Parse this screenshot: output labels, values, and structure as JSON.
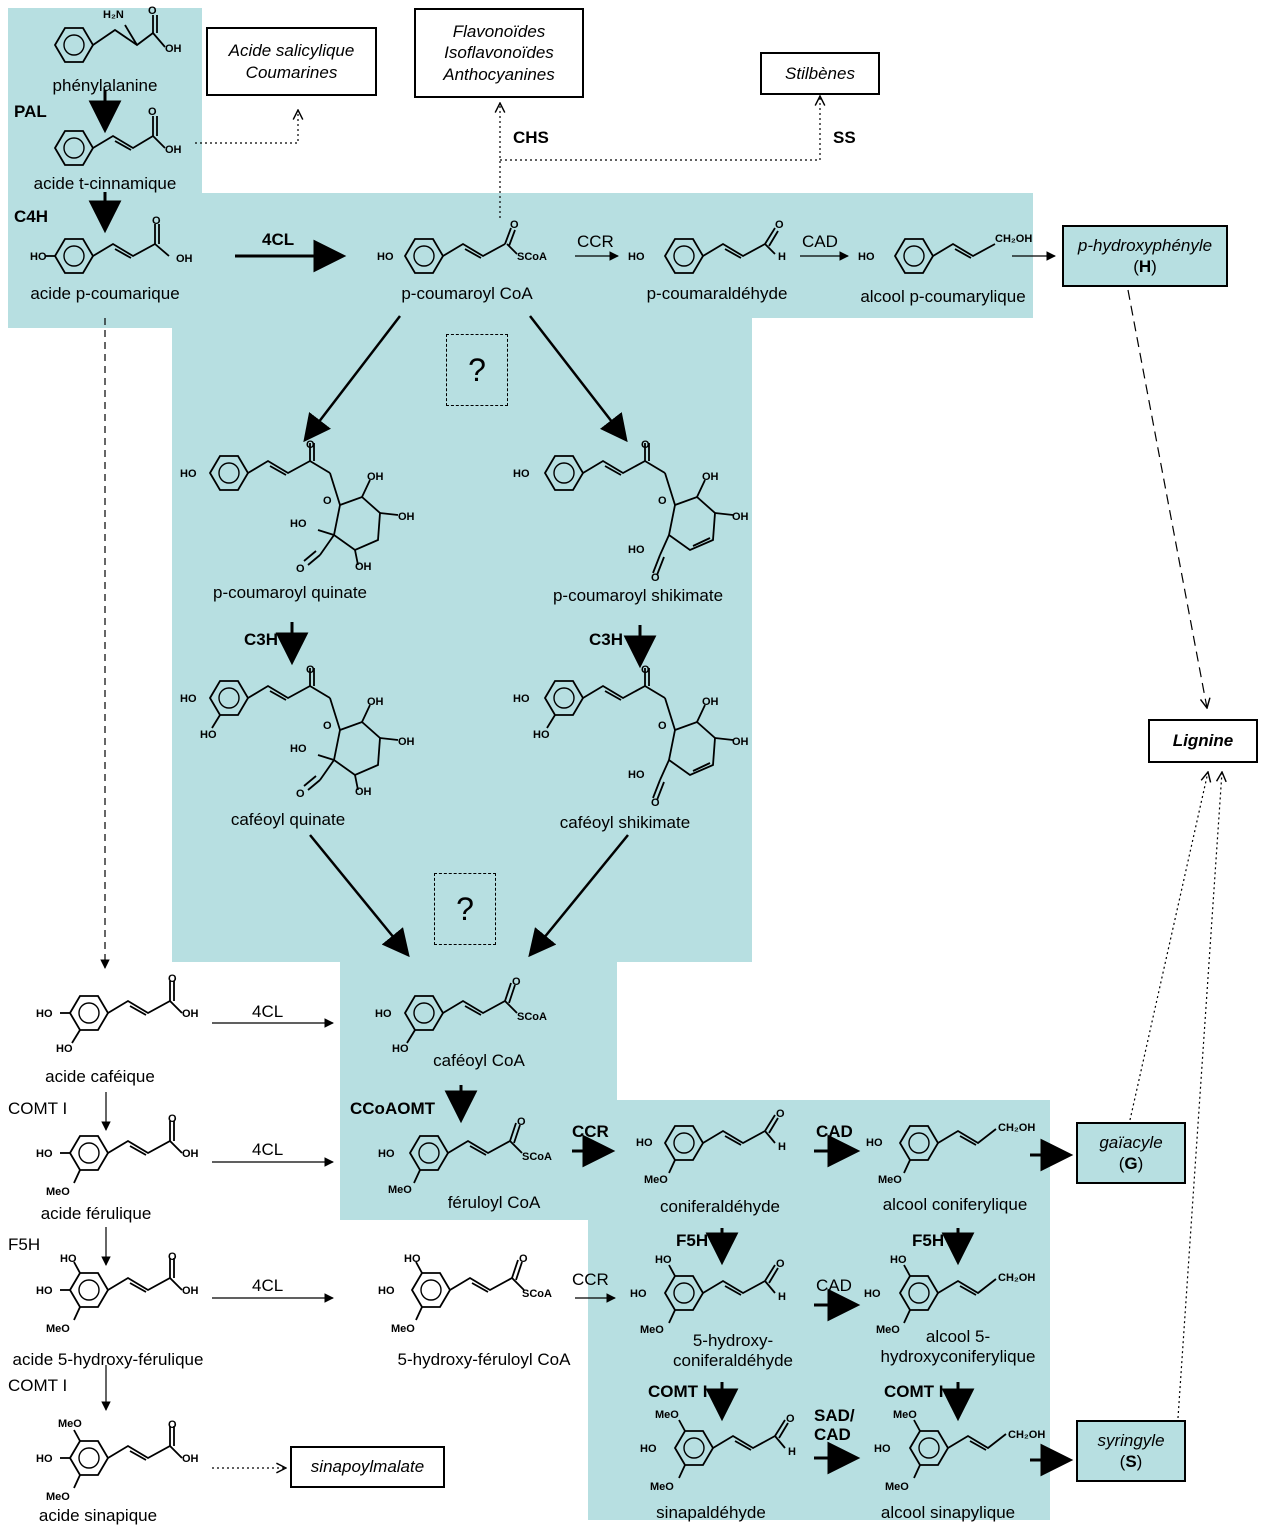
{
  "boxes": {
    "acide_salicylique": [
      "Acide salicylique",
      "Coumarines"
    ],
    "flavonoides": [
      "Flavonoïdes",
      "Isoflavonoïdes",
      "Anthocyanines"
    ],
    "stilbenes": "Stilbènes",
    "h_unit": {
      "name": "p-hydroxyphényle",
      "letter": "H"
    },
    "lignine": "Lignine",
    "g_unit": {
      "name": "gaïacyle",
      "letter": "G"
    },
    "s_unit": {
      "name": "syringyle",
      "letter": "S"
    },
    "sinapoylmalate": "sinapoylmalate",
    "unknown_1": "?",
    "unknown_2": "?"
  },
  "compounds": {
    "phenylalanine": "phénylalanine",
    "t_cinnamique": "acide t-cinnamique",
    "p_coumarique": "acide p-coumarique",
    "p_coumaroyl_coa": "p-coumaroyl CoA",
    "p_coumaraldehyde": "p-coumaraldéhyde",
    "alcool_p_coumarylique": "alcool p-coumarylique",
    "p_coumaroyl_quinate": "p-coumaroyl quinate",
    "p_coumaroyl_shikimate": "p-coumaroyl shikimate",
    "cafeoyl_quinate": "caféoyl quinate",
    "cafeoyl_shikimate": "caféoyl shikimate",
    "acide_cafeique": "acide caféique",
    "cafeoyl_coa": "caféoyl CoA",
    "acide_ferulique": "acide férulique",
    "feruloyl_coa": "féruloyl CoA",
    "coniferaldehyde": "coniferaldéhyde",
    "alcool_coniferylique": "alcool coniferylique",
    "acide_5_hydroxy_ferulique": "acide 5-hydroxy-férulique",
    "hydroxy_feruloyl_coa": "5-hydroxy-féruloyl CoA",
    "hydroxy_coniferaldehyde": [
      "5-hydroxy-",
      "coniferaldéhyde"
    ],
    "alcool_5_hydroxyconiferylique": [
      "alcool 5-",
      "hydroxyconiferylique"
    ],
    "acide_sinapique": "acide sinapique",
    "sinapaldehyde": "sinapaldéhyde",
    "alcool_sinapylique": "alcool sinapylique"
  },
  "enzymes": {
    "pal": "PAL",
    "c4h": "C4H",
    "cl4_main": "4CL",
    "chs": "CHS",
    "ss": "SS",
    "ccr_top": "CCR",
    "cad_top": "CAD",
    "c3h_left": "C3H",
    "c3h_right": "C3H",
    "cl4_caf": "4CL",
    "comt_1": "COMT I",
    "cl4_fer": "4CL",
    "ccoaomt": "CCoAOMT",
    "ccr_g": "CCR",
    "cad_g": "CAD",
    "f5h_left": "F5H",
    "cl4_5oh": "4CL",
    "ccr_5oh": "CCR",
    "f5h_ald": "F5H",
    "cad_5oh": "CAD",
    "f5h_alc": "F5H",
    "comt_2": "COMT I",
    "comt_ald": "COMT I",
    "sad_cad": [
      "SAD/",
      "CAD"
    ],
    "comt_alc": "COMT I"
  },
  "groups": {
    "oh": "OH",
    "ho": "HO",
    "o": "O",
    "h": "H",
    "nh2": "H₂N",
    "meo": "MeO",
    "scoa": "SCoA",
    "ch2oh": "CH₂OH"
  },
  "colors": {
    "teal_background": "#b7dfe1"
  }
}
